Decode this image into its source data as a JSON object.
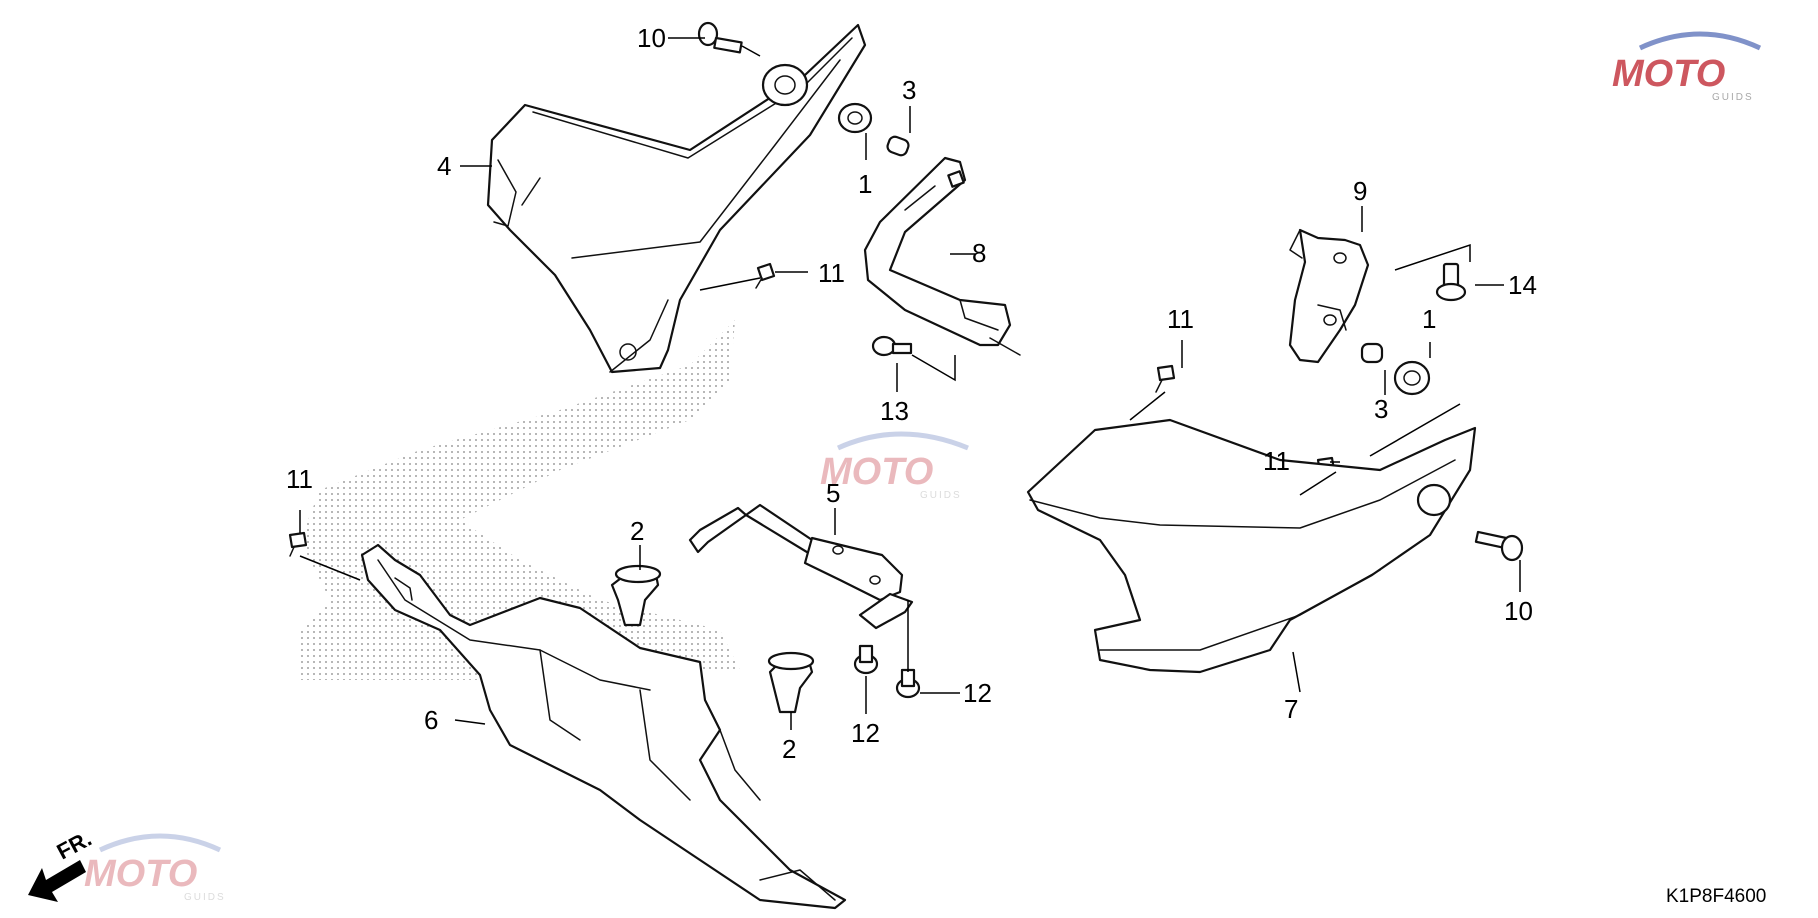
{
  "diagram": {
    "callouts": [
      {
        "id": "c10a",
        "label": "10"
      },
      {
        "id": "c3a",
        "label": "3"
      },
      {
        "id": "c4",
        "label": "4"
      },
      {
        "id": "c1a",
        "label": "1"
      },
      {
        "id": "c8",
        "label": "8"
      },
      {
        "id": "c11a",
        "label": "11"
      },
      {
        "id": "c9",
        "label": "9"
      },
      {
        "id": "c14",
        "label": "14"
      },
      {
        "id": "c11b",
        "label": "11"
      },
      {
        "id": "c1b",
        "label": "1"
      },
      {
        "id": "c3b",
        "label": "3"
      },
      {
        "id": "c13",
        "label": "13"
      },
      {
        "id": "c11c",
        "label": "11"
      },
      {
        "id": "c5",
        "label": "5"
      },
      {
        "id": "c11d",
        "label": "11"
      },
      {
        "id": "c2a",
        "label": "2"
      },
      {
        "id": "c10b",
        "label": "10"
      },
      {
        "id": "c6",
        "label": "6"
      },
      {
        "id": "c12a",
        "label": "12"
      },
      {
        "id": "c12b",
        "label": "12"
      },
      {
        "id": "c2b",
        "label": "2"
      },
      {
        "id": "c7",
        "label": "7"
      }
    ],
    "diagram_code": "K1P8F4600",
    "front_marker": "FR.",
    "watermark": {
      "brand": "MOTO",
      "sub": "GUIDS"
    },
    "colors": {
      "ink": "#111111",
      "watermark_red": "#c53a44",
      "watermark_blue": "#6a7fc0",
      "stipple": "#777777"
    }
  }
}
